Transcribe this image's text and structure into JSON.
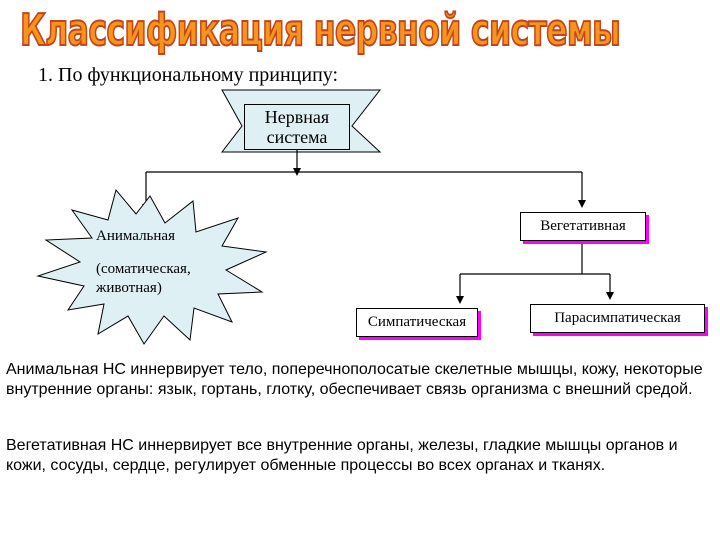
{
  "title": "Классификация нервной системы",
  "subtitle": "1. По функциональному принципу:",
  "diagram": {
    "root": "Нервная система",
    "animal": "Анимальная",
    "animal_sub": "(соматическая, животная)",
    "vegetative": "Вегетативная",
    "sympathetic": "Симпатическая",
    "parasympathetic": "Парасимпатическая"
  },
  "text": {
    "p1": "Анимальная НС иннервирует тело, поперечнополосатые скелетные мышцы, кожу, некоторые внутренние органы: язык, гортань, глотку, обеспечивает связь организма с внешний средой.",
    "p2": "Вегетативная НС иннервирует все внутренние органы, железы, гладкие мышцы органов и кожи, сосуды, сердце, регулирует обменные процессы во всех органах и тканях."
  },
  "colors": {
    "title_fill": "#f7941d",
    "title_outline": "#c2441a",
    "root_fill": "#dff0f5",
    "box_shadow": "#ff00ff"
  }
}
